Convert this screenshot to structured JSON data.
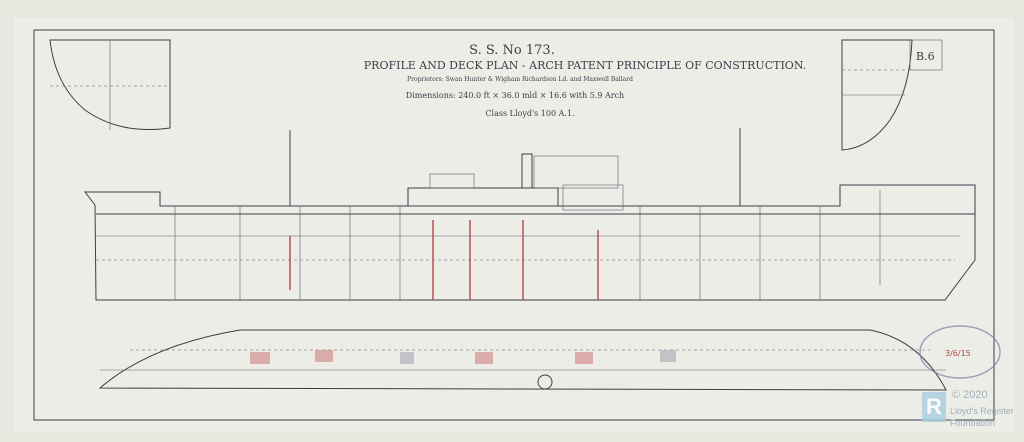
{
  "drawing": {
    "ship_number": "S. S. No 173.",
    "title": "PROFILE AND DECK PLAN - ARCH PATENT PRINCIPLE OF CONSTRUCTION.",
    "proprietors": "Proprietors: Swan Hunter & Wigham Richardson Ld. and Maxwell Ballard",
    "dimensions": "Dimensions: 240.0 ft × 36.0 mld × 16.6 with 5.9 Arch",
    "class": "Class Lloyd's 100 A.1.",
    "sheet_ref": "B.6",
    "stamp_text": "3/6/15",
    "colors": {
      "paper": "#e7e9e1",
      "ink": "#3a3f4a",
      "red_marks": "#b04a4a",
      "stamp": "#8a7aa8"
    }
  },
  "watermark": {
    "copyright": "© 2020",
    "org_line1": "Lloyd's Register",
    "org_line2": "Foundation",
    "logo_letter": "R"
  }
}
